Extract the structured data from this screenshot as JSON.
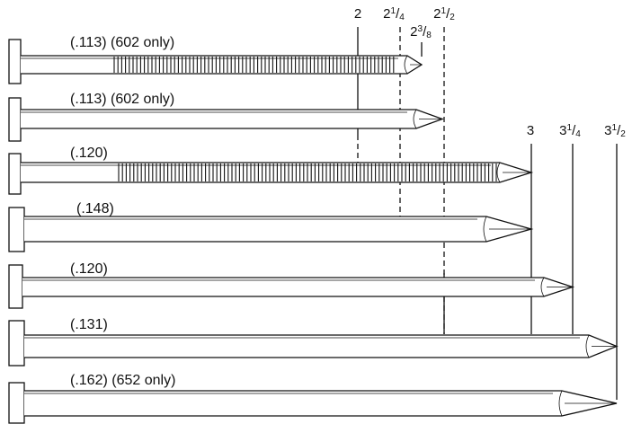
{
  "length_markers": [
    {
      "id": "2",
      "whole": "2",
      "num": "",
      "den": "",
      "style": "solid"
    },
    {
      "id": "2-1-4",
      "whole": "2",
      "num": "1",
      "den": "4",
      "style": "dashed"
    },
    {
      "id": "2-3-8",
      "whole": "2",
      "num": "3",
      "den": "8",
      "style": "solid"
    },
    {
      "id": "2-1-2",
      "whole": "2",
      "num": "1",
      "den": "2",
      "style": "dashed"
    },
    {
      "id": "3",
      "whole": "3",
      "num": "",
      "den": "",
      "style": "solid"
    },
    {
      "id": "3-1-4",
      "whole": "3",
      "num": "1",
      "den": "4",
      "style": "solid"
    },
    {
      "id": "3-1-2",
      "whole": "3",
      "num": "1",
      "den": "2",
      "style": "solid"
    }
  ],
  "nails": [
    {
      "label": "(.113) (602 only)",
      "shank": "ring",
      "length_in": 2.375
    },
    {
      "label": "(.113) (602 only)",
      "shank": "smooth",
      "length_in": 2.5
    },
    {
      "label": "(.120)",
      "shank": "ring",
      "length_in": 3.0
    },
    {
      "label": "(.148)",
      "shank": "smooth",
      "length_in": 3.0
    },
    {
      "label": "(.120)",
      "shank": "smooth",
      "length_in": 3.25
    },
    {
      "label": "(.131)",
      "shank": "smooth",
      "length_in": 3.5
    },
    {
      "label": "(.162) (652 only)",
      "shank": "smooth",
      "length_in": 3.5
    }
  ],
  "colors": {
    "ink": "#111111",
    "background": "#ffffff"
  }
}
